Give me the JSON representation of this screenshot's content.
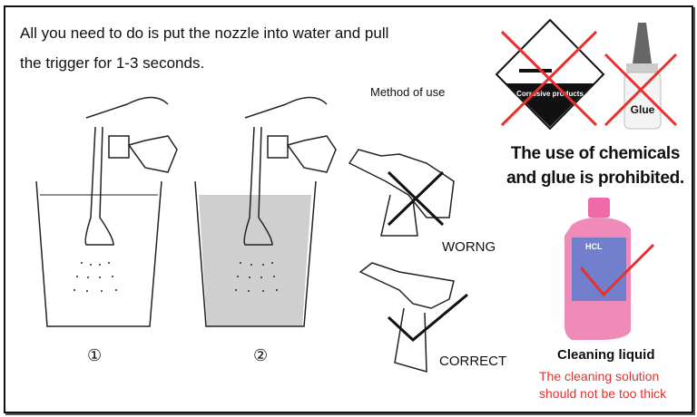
{
  "intro_text": "All you need to do is put the nozzle into water and pull the trigger for 1-3 seconds.",
  "method_label": "Method of use",
  "steps": [
    {
      "label": "①"
    },
    {
      "label": "②"
    }
  ],
  "wrong_label": "WORNG",
  "correct_label": "CORRECT",
  "prohibited": {
    "corrosive_label": "Corrosive products",
    "glue_label": "Glue",
    "warning_text": "The use of chemicals and glue is prohibited."
  },
  "cleaning": {
    "bottle_brand": "HCL",
    "title": "Cleaning liquid",
    "note": "The cleaning solution should not be too thick"
  },
  "colors": {
    "cross_red": "#e8302c",
    "note_red": "#e53030",
    "bottle_pink": "#f08ab8"
  }
}
